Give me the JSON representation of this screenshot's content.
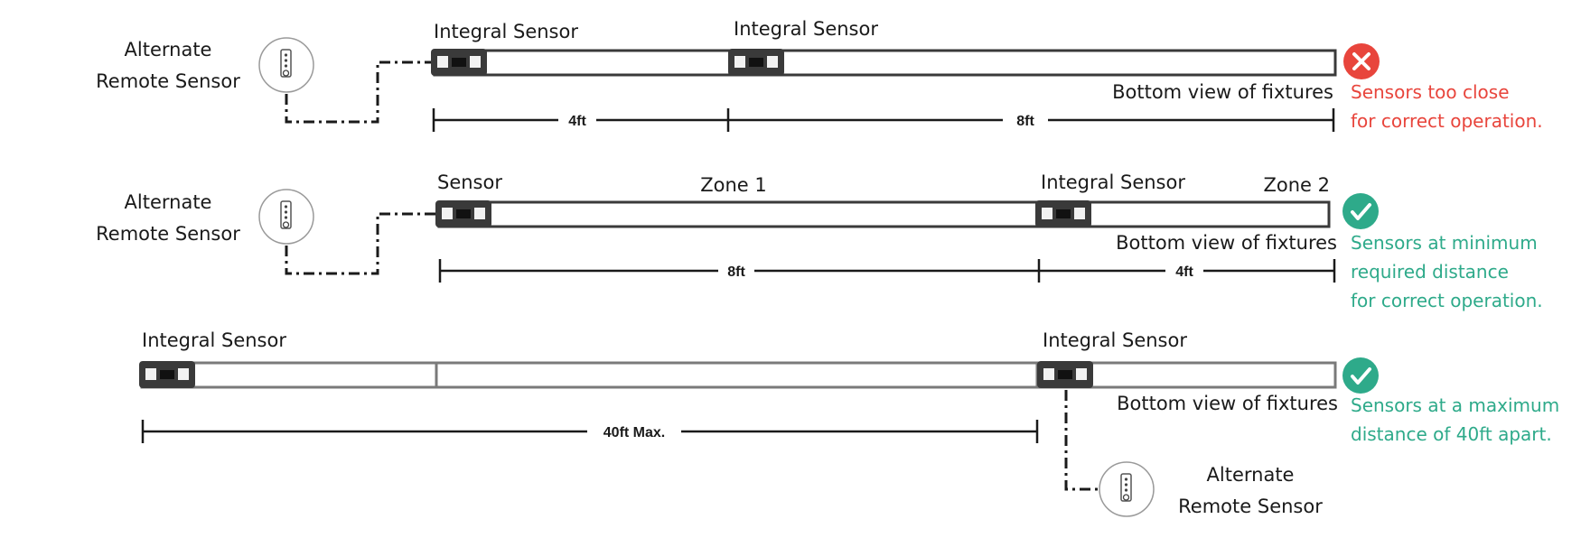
{
  "colors": {
    "bad": "#e8453c",
    "good": "#2eaa8a",
    "line": "#1a1a1a",
    "fixture": "#3a3a3a"
  },
  "icons": {
    "bad": "x-circle-icon",
    "good": "check-circle-icon",
    "remote": "remote-sensor-icon",
    "sensor": "integral-sensor-icon"
  },
  "row1": {
    "remote_line1": "Alternate",
    "remote_line2": "Remote Sensor",
    "sensor_a": "Integral Sensor",
    "sensor_b": "Integral Sensor",
    "bottom_view": "Bottom view of fixtures",
    "dim_a": "4ft",
    "dim_b": "8ft",
    "note_line1": "Sensors too close",
    "note_line2": "for correct operation."
  },
  "row2": {
    "remote_line1": "Alternate",
    "remote_line2": "Remote Sensor",
    "sensor_a": "Sensor",
    "zone_1": "Zone 1",
    "sensor_b": "Integral Sensor",
    "zone_2": "Zone 2",
    "bottom_view": "Bottom view of fixtures",
    "dim_a": "8ft",
    "dim_b": "4ft",
    "note_line1": "Sensors at minimum",
    "note_line2": "required distance",
    "note_line3": "for correct operation."
  },
  "row3": {
    "sensor_a": "Integral Sensor",
    "sensor_b": "Integral Sensor",
    "bottom_view": "Bottom view of fixtures",
    "dim_a": "40ft Max.",
    "note_line1": "Sensors at a maximum",
    "note_line2": "distance of 40ft apart.",
    "remote_line1": "Alternate",
    "remote_line2": "Remote Sensor"
  }
}
